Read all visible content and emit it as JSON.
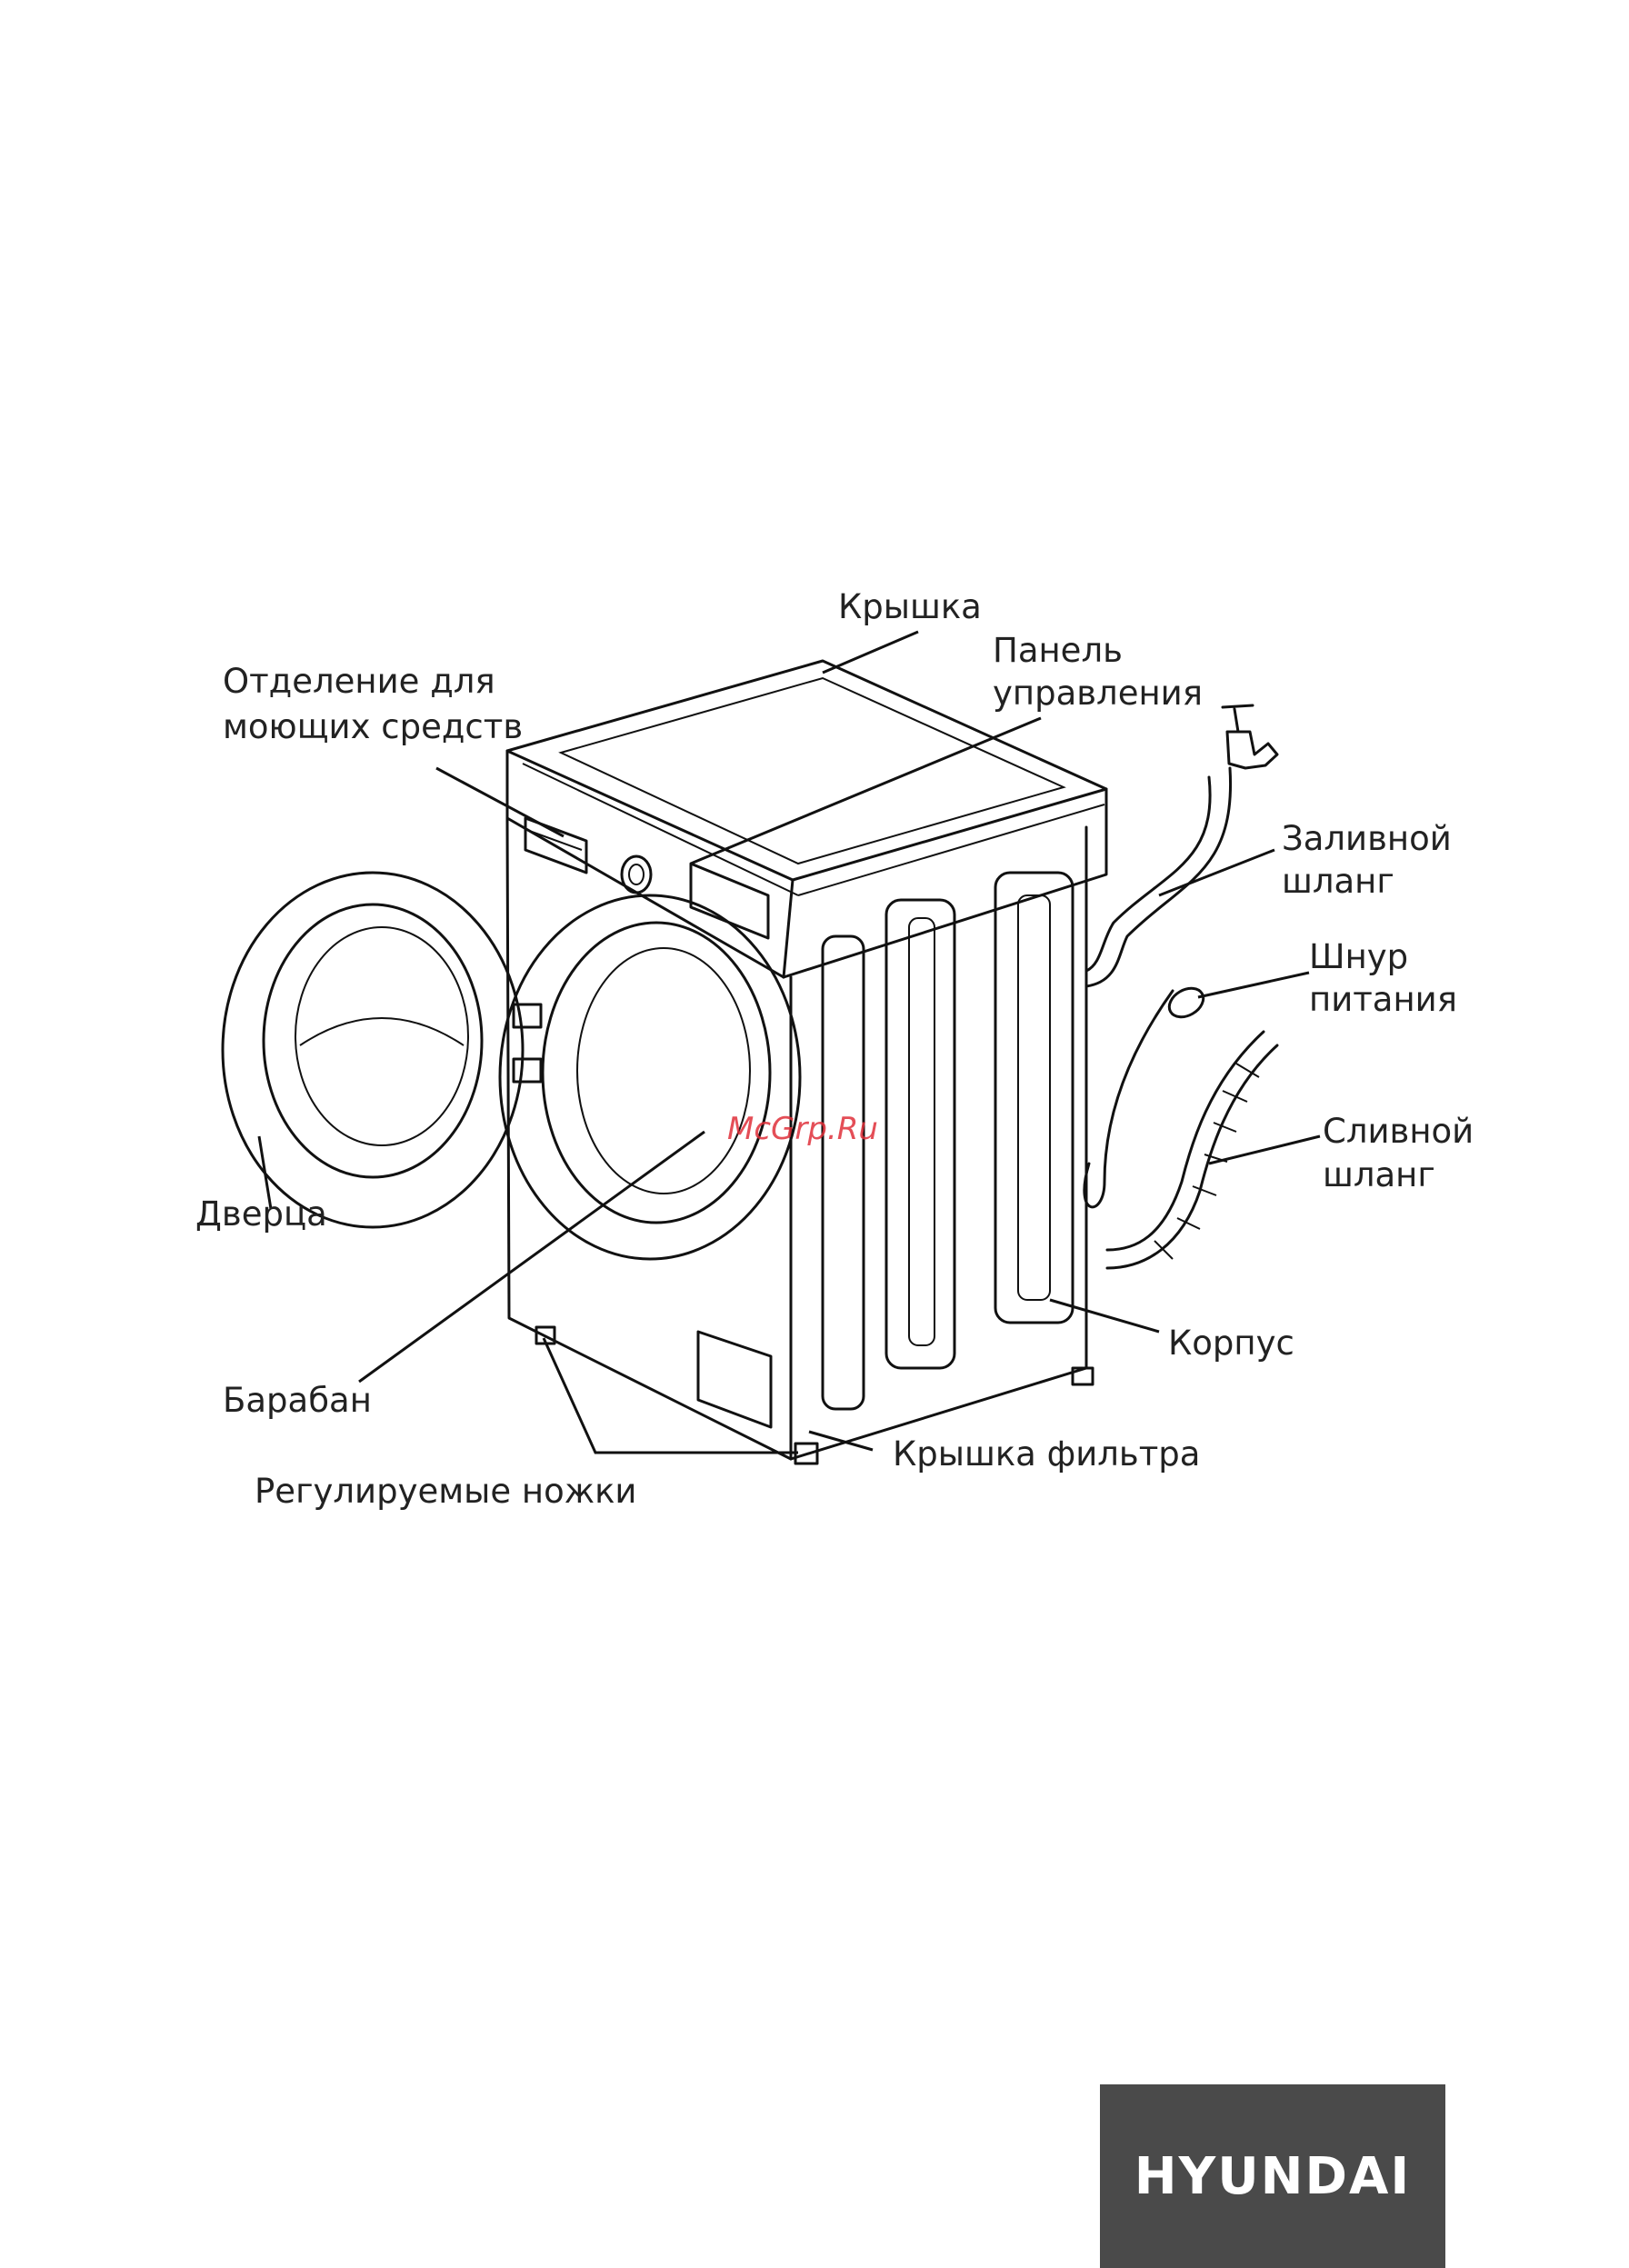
{
  "labels": {
    "lid": "Крышка",
    "control_panel_1": "Панель",
    "control_panel_2": "управления",
    "detergent_1": "Отделение для",
    "detergent_2": "моющих средств",
    "inlet_hose_1": "Заливной",
    "inlet_hose_2": "шланг",
    "power_cord_1": "Шнур",
    "power_cord_2": "питания",
    "drain_hose_1": "Сливной",
    "drain_hose_2": "шланг",
    "door": "Дверца",
    "body": "Корпус",
    "drum": "Барабан",
    "filter_cover": "Крышка фильтра",
    "feet": "Регулируемые ножки"
  },
  "watermark": "McGrp.Ru",
  "brand": "HYUNDAI",
  "colors": {
    "brand_bg": "#4a4a4a",
    "watermark": "#e0303a"
  }
}
